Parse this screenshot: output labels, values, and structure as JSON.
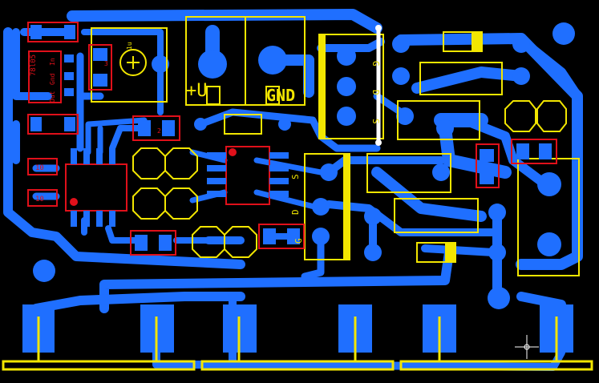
{
  "colors": {
    "background": "#000000",
    "copper": "#1f6fff",
    "silkscreen": "#f2e600",
    "smd": "#e0101a",
    "jumper": "#ffffff"
  },
  "labels": {
    "plus_u": "+U",
    "gnd": "GND",
    "q1_g": "G",
    "q1_d": "D",
    "q1_s": "S",
    "q2_s": "S",
    "q2_d": "D",
    "q2_g": "G",
    "reg_part": "78l05",
    "reg_out": "Out",
    "reg_gnd": "Gnd",
    "reg_in": "In",
    "cap_part": "1u",
    "res_a": "10",
    "res_b": "10",
    "cap_2": "3",
    "cap_3": "2"
  },
  "icons": {
    "cursor": "crosshair-cursor-icon"
  }
}
